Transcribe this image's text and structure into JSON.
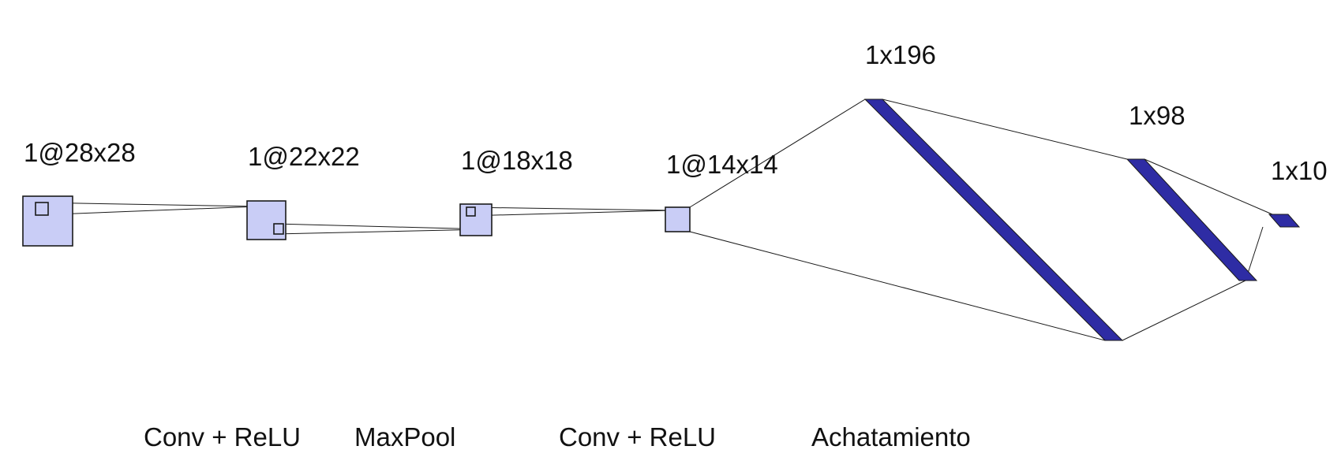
{
  "colors": {
    "feature_map": "#c9cdf6",
    "dense_layer": "#2e2ca4",
    "line": "#1a1a1a"
  },
  "layers": [
    {
      "label": "1@28x28"
    },
    {
      "label": "1@22x22"
    },
    {
      "label": "1@18x18"
    },
    {
      "label": "1@14x14"
    },
    {
      "label": "1x196"
    },
    {
      "label": "1x98"
    },
    {
      "label": "1x10"
    }
  ],
  "operations": [
    {
      "label": "Conv + ReLU"
    },
    {
      "label": "MaxPool"
    },
    {
      "label": "Conv + ReLU"
    },
    {
      "label": "Achatamiento"
    }
  ]
}
